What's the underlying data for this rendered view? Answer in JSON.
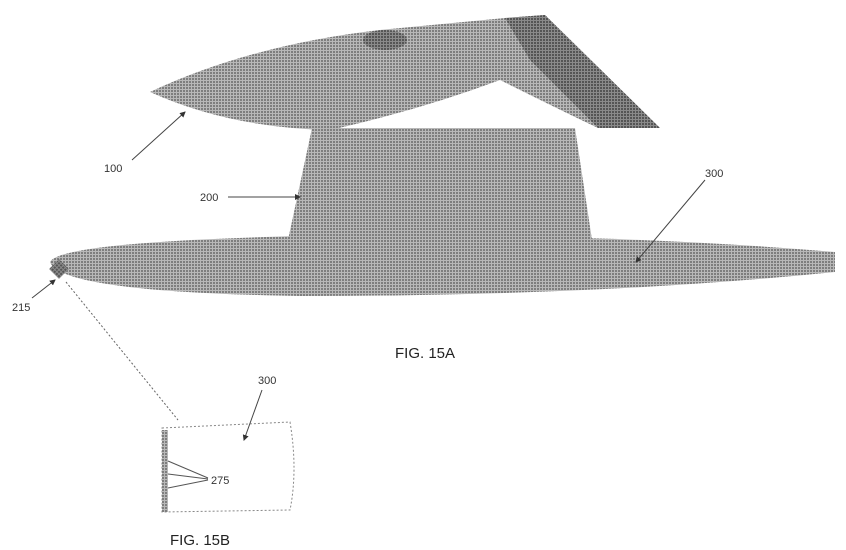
{
  "figure_a": {
    "caption": "FIG. 15A",
    "labels": {
      "cap": "100",
      "stem": "200",
      "base": "300",
      "tip": "215"
    }
  },
  "figure_b": {
    "caption": "FIG. 15B",
    "labels": {
      "base": "300",
      "elements": "275"
    }
  },
  "colors": {
    "fill": "#9a9a9a",
    "dark": "#6e6e6e",
    "line": "#444444"
  }
}
